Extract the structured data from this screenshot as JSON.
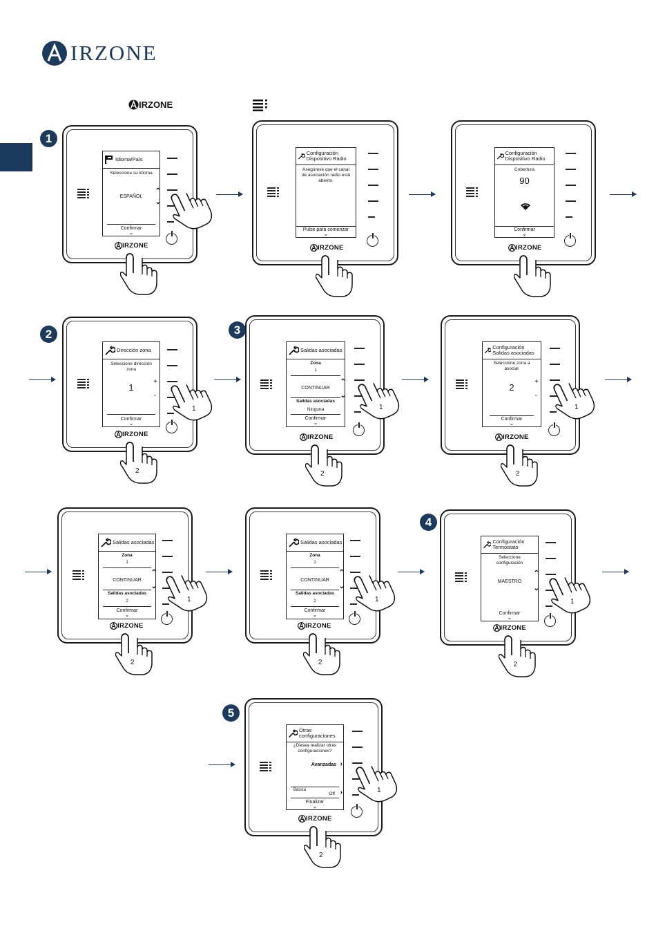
{
  "brand": {
    "letter": "A",
    "word": "IRZONE"
  },
  "header": {
    "logo_text": "IRZONE"
  },
  "device_logo": "IRZONE",
  "steps": [
    "1",
    "2",
    "3",
    "4",
    "5"
  ],
  "hand_labels": {
    "one": "1",
    "two": "2"
  },
  "screens": {
    "s1": {
      "title": "Idioma/País",
      "prompt": "Seleccione su idioma",
      "value": "ESPAÑOL",
      "footer": "Confirmar"
    },
    "s2": {
      "title": "Configuración Dispositivo Radio",
      "body": "Asegúrese que el canal de asociación radio está abierto.",
      "footer": "Pulse para comenzar"
    },
    "s3": {
      "title": "Configuración Dispositivo Radio",
      "label": "Cobertura",
      "value": "90",
      "footer": "Confirmar"
    },
    "s4": {
      "title": "Dirección zona",
      "prompt": "Seleccione dirección zona",
      "value": "1",
      "plus": "+",
      "minus": "-",
      "footer": "Confirmar"
    },
    "s5": {
      "title": "Salidas asociadas",
      "zona": "Zona",
      "zona_val": "1",
      "value": "CONTINUAR",
      "outputs": "Salidas asociadas",
      "outputs_val": "Ninguna",
      "footer": "Confirmar"
    },
    "s6": {
      "title": "Configuración Salidas asociadas",
      "prompt": "Seleccione zona a asociar",
      "value": "2",
      "plus": "+",
      "minus": "-",
      "footer": "Confirmar"
    },
    "s7": {
      "title": "Salidas asociadas",
      "zona": "Zona",
      "zona_val": "1",
      "value": "CONTINUAR",
      "outputs": "Salidas asociadas",
      "outputs_val": "2",
      "footer": "Confirmar"
    },
    "s8": {
      "title": "Salidas asociadas",
      "zona": "Zona",
      "zona_val": "1",
      "value": "CONTINUAR",
      "outputs": "Salidas asociadas",
      "outputs_val": "2",
      "footer": "Confirmar"
    },
    "s9": {
      "title": "Configuración Termostato",
      "prompt": "Seleccione configuración",
      "value": "MAESTRO",
      "footer": "Confirmar"
    },
    "s10": {
      "title": "Otras configuraciones",
      "prompt": "¿Desea realizar otras configuraciones?",
      "advanced": "Avanzadas",
      "basic": "Básica",
      "basic_val": "Off",
      "footer": "Finalizar"
    }
  }
}
